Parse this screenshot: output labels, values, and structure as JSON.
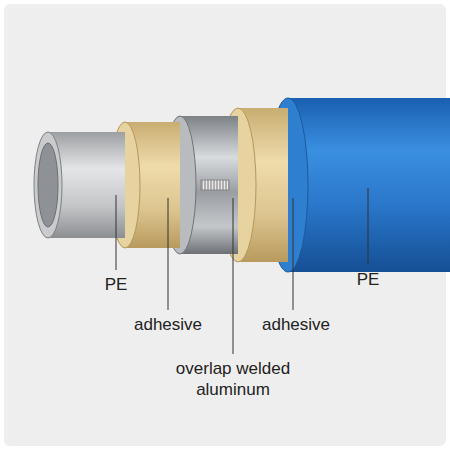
{
  "diagram": {
    "labels": [
      "PE",
      "adhesive",
      "overlap welded aluminum",
      "adhesive",
      "PE"
    ]
  }
}
